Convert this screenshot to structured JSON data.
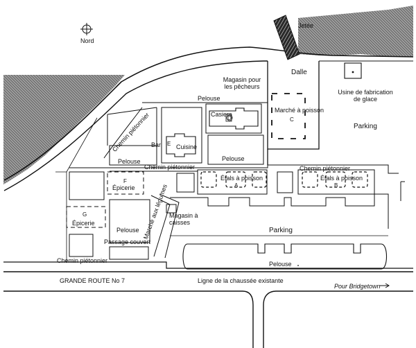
{
  "map": {
    "labels": {
      "north": "Nord",
      "jetty": "Jetée",
      "dock": "Dalle",
      "ice_plant": "Usine de fabrication de glace",
      "fishermen_store": "Magasin pour les pêcheurs",
      "lockers": "Casiers",
      "lockers_marker": "D",
      "fish_market": "Marché à poisson",
      "fish_market_marker": "C",
      "lawn_top": "Pelouse",
      "path_diagonal": "Chemin piétonnier",
      "bar": "Bar",
      "kitchen": "Cuisine",
      "kitchen_marker": "E",
      "lawn_left": "Pelouse",
      "lawn_center": "Pelouse",
      "parking_right": "Parking",
      "path_middle_left": "Chemin piétonnier",
      "path_middle_right": "Chemin piétonnier",
      "stalls_a": "Étals à poisson",
      "stalls_a_marker": "A",
      "stalls_b": "Étals à poisson",
      "stalls_b_marker": "B",
      "grocery_f": "Épicerie",
      "grocery_f_marker": "F",
      "grocery_g": "Épicerie",
      "grocery_g_marker": "G",
      "vegetable_market": "Marché aux légumes",
      "crate_store": "Magasin à caisses",
      "lawn_lower": "Pelouse",
      "covered_passage": "Passage couvert",
      "parking_lower": "Parking",
      "lawn_bottom": "Pelouse",
      "path_bottom": "Chemin piétonnier",
      "highway": "GRANDE ROUTE No 7",
      "road_edge": "Ligne de la chaussée existante",
      "to_bridgetown": "Pour Bridgetown"
    },
    "colors": {
      "ink": "#111111",
      "background": "#ffffff",
      "sea": "#8a8a8a"
    }
  }
}
